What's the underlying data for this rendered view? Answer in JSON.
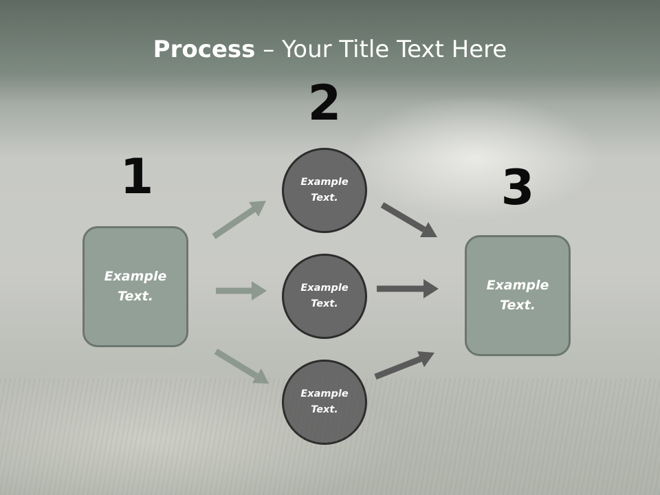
{
  "title": {
    "bold": "Process",
    "separator": " – ",
    "rest": "Your Title Text Here"
  },
  "steps": {
    "step1": {
      "number": "1",
      "box_text": "Example Text."
    },
    "step2": {
      "number": "2",
      "circles": [
        "Example Text.",
        "Example Text.",
        "Example Text."
      ]
    },
    "step3": {
      "number": "3",
      "box_text": "Example Text."
    }
  },
  "colors": {
    "box_fill": "#93a097",
    "circle_fill": "#686868",
    "arrow_light": "#8d998f",
    "arrow_dark": "#5a5a5a"
  }
}
